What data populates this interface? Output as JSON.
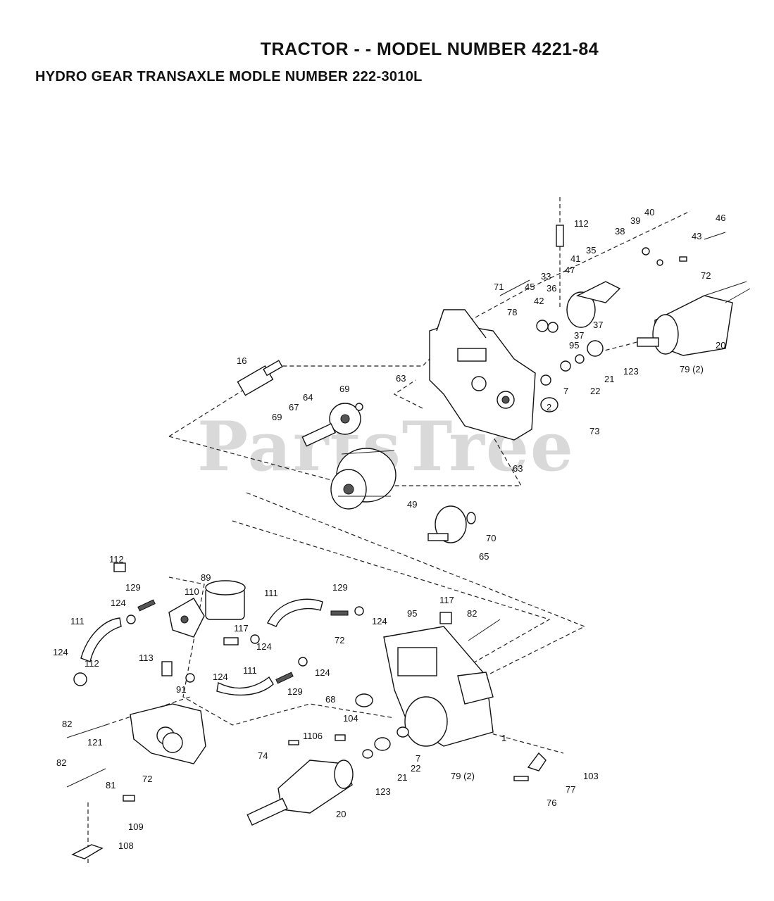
{
  "header": {
    "title": "TRACTOR - - MODEL NUMBER 4221-84",
    "subtitle": "HYDRO GEAR TRANSAXLE MODLE NUMBER 222-3010L"
  },
  "watermark": "PartsTree",
  "callouts": {
    "p112a": "112",
    "p40": "40",
    "p39": "39",
    "p38": "38",
    "p46": "46",
    "p43": "43",
    "p41": "41",
    "p35": "35",
    "p72a": "72",
    "p71": "71",
    "p47": "47",
    "p33": "33",
    "p45": "45",
    "p36": "36",
    "p42": "42",
    "p78": "78",
    "p37a": "37",
    "p37b": "37",
    "p95a": "95",
    "p20a": "20",
    "p79a": "79 (2)",
    "p123a": "123",
    "p21a": "21",
    "p22a": "22",
    "p7a": "7",
    "p2": "2",
    "p73": "73",
    "p63a": "63",
    "p63b": "63",
    "p16": "16",
    "p69a": "69",
    "p64": "64",
    "p67": "67",
    "p69b": "69",
    "p49": "49",
    "p70": "70",
    "p65": "65",
    "p112b": "112",
    "p129a": "129",
    "p124a": "124",
    "p110": "110",
    "p89": "89",
    "p111a": "111",
    "p129b": "129",
    "p124b": "124",
    "p117a": "117",
    "p95b": "95",
    "p82a": "82",
    "p111b": "111",
    "p124c": "124",
    "p112c": "112",
    "p117b": "117",
    "p124d": "124",
    "p72b": "72",
    "p113": "113",
    "p124e": "124",
    "p111c": "111",
    "p129c": "129",
    "p124f": "124",
    "p91": "91",
    "p68": "68",
    "p82b": "82",
    "p104": "104",
    "p1": "1",
    "p121": "121",
    "p1106": "1106",
    "p74": "74",
    "p82c": "82",
    "p72c": "72",
    "p21b": "21",
    "p22b": "22",
    "p7b": "7",
    "p79b": "79 (2)",
    "p103": "103",
    "p81": "81",
    "p123b": "123",
    "p77": "77",
    "p76": "76",
    "p20b": "20",
    "p109": "109",
    "p108": "108"
  }
}
